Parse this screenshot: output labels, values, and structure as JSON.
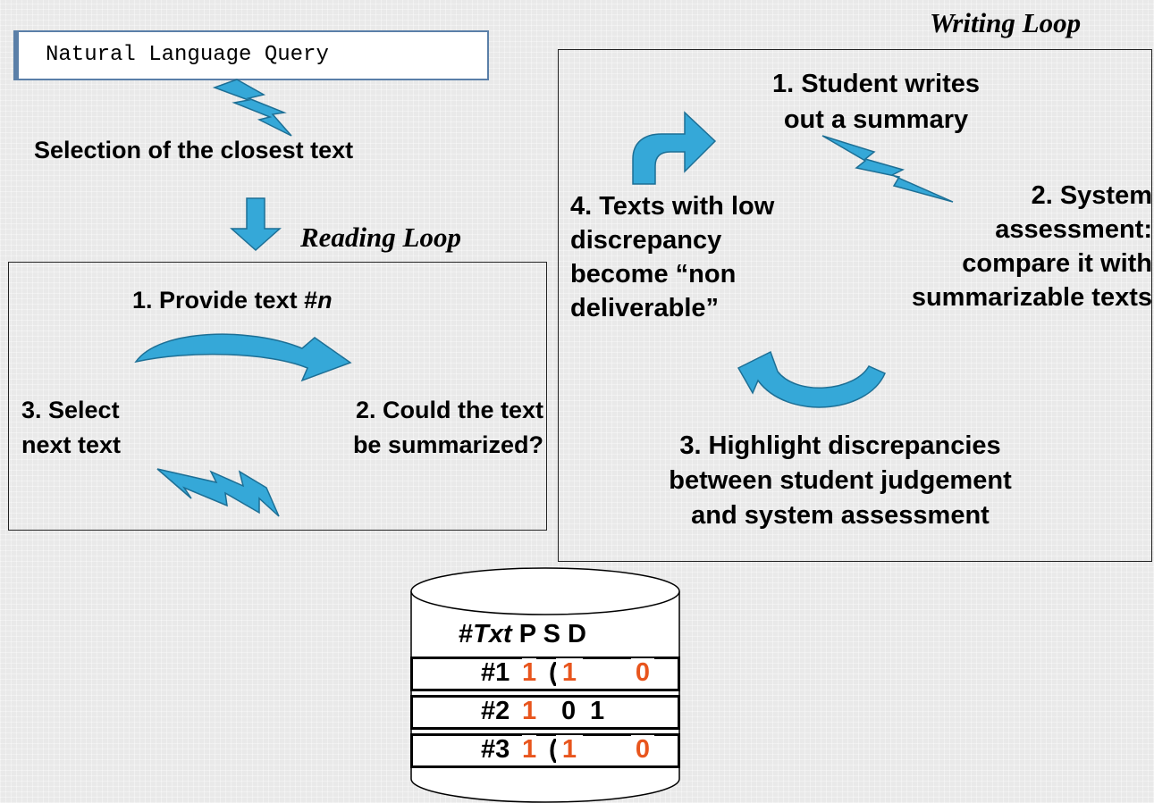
{
  "query_box": {
    "label": "Natural Language Query"
  },
  "selection_label": "Selection of the closest text",
  "reading_loop": {
    "title": "Reading Loop",
    "step1_prefix": "1. Provide text #",
    "step1_var": "n",
    "step2_line1": "2. Could the text",
    "step2_line2": "be summarized?",
    "step3_line1": "3. Select",
    "step3_line2": "next text"
  },
  "writing_loop": {
    "title": "Writing Loop",
    "step1_line1": "1. Student writes",
    "step1_line2": "out a summary",
    "step2_line1": "2. System",
    "step2_line2": "assessment:",
    "step2_line3": "compare it with",
    "step2_line4": "summarizable texts",
    "step3_line1": "3. Highlight discrepancies",
    "step3_line2": "between student judgement",
    "step3_line3": "and system assessment",
    "step4_line1": "4. Texts with low",
    "step4_line2": "discrepancy",
    "step4_line3": "become “non",
    "step4_line4": "deliverable”"
  },
  "database": {
    "header_hash": "#",
    "header_txt": "Txt",
    "header_cols": "P S D",
    "rows": [
      {
        "id": "#1",
        "p": "1",
        "s_hidden": "(",
        "s": "1",
        "d": "0"
      },
      {
        "id": "#2",
        "p": "1",
        "s": "0",
        "d": "1"
      },
      {
        "id": "#3",
        "p": "1",
        "s_hidden": "(",
        "s": "1",
        "d": "0"
      }
    ]
  },
  "colors": {
    "arrow_fill": "#35a8d8",
    "arrow_stroke": "#1d6f95",
    "highlight": "#e8551d",
    "query_border": "#5a7fa8"
  },
  "icons": [
    "lightning-arrow-icon",
    "down-arrow-icon",
    "curved-arrow-icon",
    "bent-up-arrow-icon",
    "database-cylinder-icon"
  ]
}
